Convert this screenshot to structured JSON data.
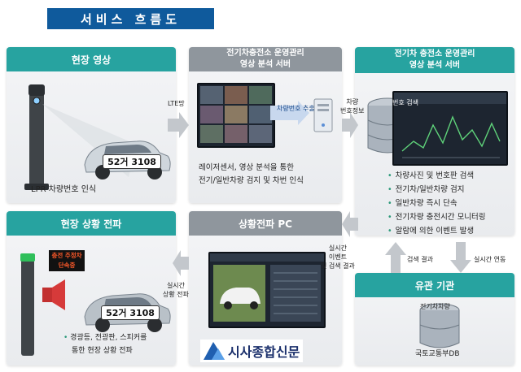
{
  "title": "서비스 흐름도",
  "panels": {
    "site_video": {
      "title": "현장 영상",
      "caption": "LPR 차량번호 인식"
    },
    "analysis_server": {
      "title_line1": "전기차충전소 운영관리",
      "title_line2": "영상 분석 서버",
      "overlay": "차량번호 추출",
      "desc_line1": "레이저센서, 영상 분석을 통한",
      "desc_line2": "전기/일반차량 검지 및 차번 인식"
    },
    "ops_server": {
      "title_line1": "전기차 충전소 운영관리",
      "title_line2": "영상 분석 서버",
      "screen_label": "번호 검색",
      "items": [
        "차량사진 및 번호판 검색",
        "전기차/일반차량 검지",
        "일반차량 즉시 단속",
        "전기차량 충전시간 모니터링",
        "알람에 의한 이벤트 발생"
      ]
    },
    "propagation": {
      "title": "현장 상황 전파",
      "sign_line1": "충전 주정차",
      "sign_line2": "단속중",
      "desc_line1": "경광등, 전광판, 스피커를",
      "desc_line2": "통한 현장 상황 전파"
    },
    "pc": {
      "title": "상황전파 PC"
    },
    "agency": {
      "title": "유관 기관",
      "db_top": "전기차차량",
      "db_bottom": "국토교통부DB"
    }
  },
  "plates": {
    "main": "52거 3108"
  },
  "arrows": {
    "lte": "LTE망",
    "vehicle_no_line1": "차량",
    "vehicle_no_line2": "번호정보",
    "realtime_event_line1": "실시간",
    "realtime_event_line2": "이벤트",
    "realtime_event_line3": "및 검색 결과",
    "realtime_prop_line1": "실시간",
    "realtime_prop_line2": "상황 전파",
    "search_result": "검색 결과",
    "realtime_link": "실시간 연동"
  },
  "watermark": "시사종합신문",
  "colors": {
    "banner": "#0f5a9c",
    "teal": "#27a3a0",
    "gray_header": "#8f969d",
    "arrow": "#c3c7cc"
  }
}
